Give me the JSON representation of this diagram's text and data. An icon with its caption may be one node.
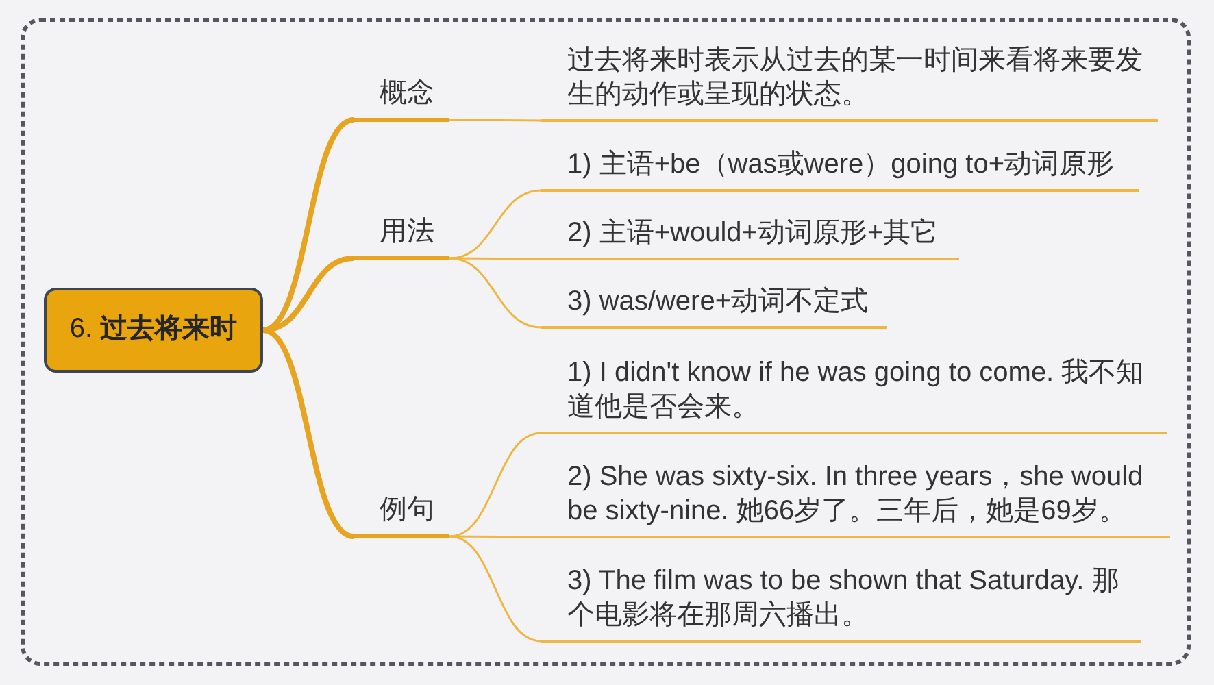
{
  "diagram": {
    "nodes": [
      {
        "text": [
          "6. **过去将来时**"
        ]
      },
      {
        "text": [
          "概念"
        ]
      },
      {
        "text": [
          "过去将来时表示从过去的某一时间来看将来要发生的动作或呈现的状态。"
        ]
      },
      {
        "text": [
          "用法"
        ]
      },
      {
        "text": [
          "1) 主语+be（was或were）going to+动词原形"
        ]
      },
      {
        "text": [
          "2) 主语+would+动词原形+其它"
        ]
      },
      {
        "text": [
          "3) was/were+动词不定式"
        ]
      },
      {
        "text": [
          "例句"
        ]
      },
      {
        "text": [
          "1) I didn't know if he was going to come. 我不知道他是否会来。"
        ]
      },
      {
        "text": [
          "2) She was sixty-six. In three years，she would be sixty-nine. 她66岁了。三年后，她是69岁。"
        ]
      },
      {
        "text": [
          "3) The film was to be shown that Saturday. 那个电影将在那周六播出。"
        ]
      }
    ],
    "edges": [
      {
        "from": 0,
        "to": 1,
        "arrow": "none",
        "style": "thick"
      },
      {
        "from": 0,
        "to": 3,
        "arrow": "none",
        "style": "thick"
      },
      {
        "from": 0,
        "to": 7,
        "arrow": "none",
        "style": "thick"
      },
      {
        "from": 1,
        "to": 2,
        "arrow": "none"
      },
      {
        "from": 3,
        "to": 4,
        "arrow": "none"
      },
      {
        "from": 3,
        "to": 5,
        "arrow": "none"
      },
      {
        "from": 3,
        "to": 6,
        "arrow": "none"
      },
      {
        "from": 7,
        "to": 8,
        "arrow": "none"
      },
      {
        "from": 7,
        "to": 9,
        "arrow": "none"
      },
      {
        "from": 7,
        "to": 10,
        "arrow": "none"
      }
    ]
  }
}
